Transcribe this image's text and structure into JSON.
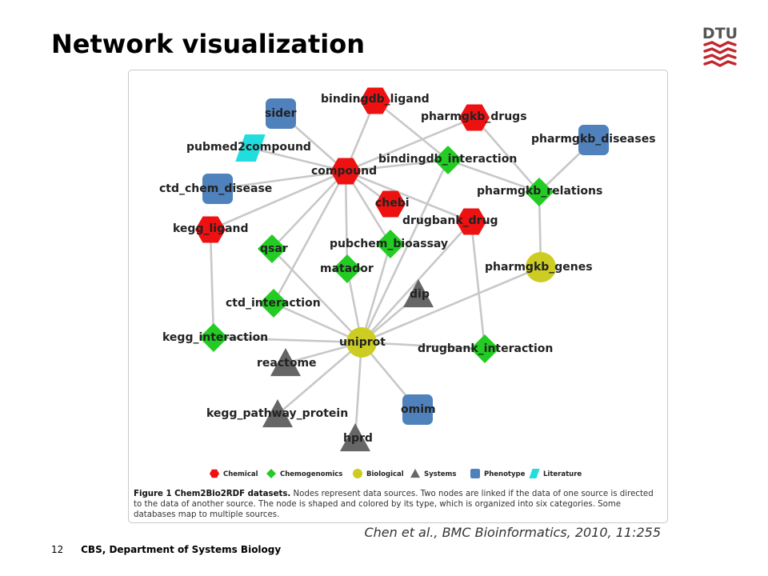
{
  "slide": {
    "title": "Network visualization",
    "page_number": "12",
    "department": "CBS, Department of Systems Biology",
    "citation": "Chen et al., BMC Bioinformatics, 2010, 11:255"
  },
  "logo": {
    "text": "DTU",
    "color": "#c1272d"
  },
  "categories": [
    {
      "key": "chemical",
      "label": "Chemical",
      "shape": "hexagon",
      "color": "#ee1111"
    },
    {
      "key": "chemogenomics",
      "label": "Chemogenomics",
      "shape": "diamond",
      "color": "#22cc22"
    },
    {
      "key": "biological",
      "label": "Biological",
      "shape": "circle",
      "color": "#cccc22"
    },
    {
      "key": "systems",
      "label": "Systems",
      "shape": "triangle",
      "color": "#666666"
    },
    {
      "key": "phenotype",
      "label": "Phenotype",
      "shape": "rounded-square",
      "color": "#4f81bd"
    },
    {
      "key": "literature",
      "label": "Literature",
      "shape": "parallelogram",
      "color": "#22dddd"
    }
  ],
  "nodes": [
    {
      "id": "bindingdb_ligand",
      "label": "bindingdb_ligand",
      "category": "chemical"
    },
    {
      "id": "sider",
      "label": "sider",
      "category": "phenotype"
    },
    {
      "id": "pharmgkb_drugs",
      "label": "pharmgkb_drugs",
      "category": "chemical"
    },
    {
      "id": "pharmgkb_diseases",
      "label": "pharmgkb_diseases",
      "category": "phenotype"
    },
    {
      "id": "pubmed2compound",
      "label": "pubmed2compound",
      "category": "literature"
    },
    {
      "id": "compound",
      "label": "compound",
      "category": "chemical"
    },
    {
      "id": "bindingdb_interaction",
      "label": "bindingdb_interaction",
      "category": "chemogenomics"
    },
    {
      "id": "ctd_chem_disease",
      "label": "ctd_chem_disease",
      "category": "phenotype"
    },
    {
      "id": "pharmgkb_relations",
      "label": "pharmgkb_relations",
      "category": "chemogenomics"
    },
    {
      "id": "chebi",
      "label": "chebi",
      "category": "chemical"
    },
    {
      "id": "kegg_ligand",
      "label": "kegg_ligand",
      "category": "chemical"
    },
    {
      "id": "drugbank_drug",
      "label": "drugbank_drug",
      "category": "chemical"
    },
    {
      "id": "pubchem_bioassay",
      "label": "pubchem_bioassay",
      "category": "chemogenomics"
    },
    {
      "id": "qsar",
      "label": "qsar",
      "category": "chemogenomics"
    },
    {
      "id": "matador",
      "label": "matador",
      "category": "chemogenomics"
    },
    {
      "id": "pharmgkb_genes",
      "label": "pharmgkb_genes",
      "category": "biological"
    },
    {
      "id": "dip",
      "label": "dip",
      "category": "systems"
    },
    {
      "id": "ctd_interaction",
      "label": "ctd_interaction",
      "category": "chemogenomics"
    },
    {
      "id": "kegg_interaction",
      "label": "kegg_interaction",
      "category": "chemogenomics"
    },
    {
      "id": "uniprot",
      "label": "uniprot",
      "category": "biological"
    },
    {
      "id": "drugbank_interaction",
      "label": "drugbank_interaction",
      "category": "chemogenomics"
    },
    {
      "id": "reactome",
      "label": "reactome",
      "category": "systems"
    },
    {
      "id": "omim",
      "label": "omim",
      "category": "phenotype"
    },
    {
      "id": "kegg_pathway_protein",
      "label": "kegg_pathway_protein",
      "category": "systems"
    },
    {
      "id": "hprd",
      "label": "hprd",
      "category": "systems"
    }
  ],
  "edges": [
    [
      "compound",
      "bindingdb_ligand"
    ],
    [
      "compound",
      "sider"
    ],
    [
      "compound",
      "pubmed2compound"
    ],
    [
      "compound",
      "ctd_chem_disease"
    ],
    [
      "compound",
      "kegg_ligand"
    ],
    [
      "compound",
      "chebi"
    ],
    [
      "compound",
      "drugbank_drug"
    ],
    [
      "compound",
      "pharmgkb_drugs"
    ],
    [
      "compound",
      "bindingdb_interaction"
    ],
    [
      "compound",
      "pubchem_bioassay"
    ],
    [
      "compound",
      "qsar"
    ],
    [
      "compound",
      "matador"
    ],
    [
      "compound",
      "ctd_interaction"
    ],
    [
      "bindingdb_ligand",
      "bindingdb_interaction"
    ],
    [
      "pharmgkb_drugs",
      "pharmgkb_relations"
    ],
    [
      "pharmgkb_diseases",
      "pharmgkb_relations"
    ],
    [
      "pharmgkb_relations",
      "pharmgkb_genes"
    ],
    [
      "bindingdb_interaction",
      "pharmgkb_relations"
    ],
    [
      "kegg_ligand",
      "kegg_interaction"
    ],
    [
      "drugbank_drug",
      "drugbank_interaction"
    ],
    [
      "uniprot",
      "qsar"
    ],
    [
      "uniprot",
      "matador"
    ],
    [
      "uniprot",
      "pubchem_bioassay"
    ],
    [
      "uniprot",
      "bindingdb_interaction"
    ],
    [
      "uniprot",
      "drugbank_drug"
    ],
    [
      "uniprot",
      "pharmgkb_genes"
    ],
    [
      "uniprot",
      "dip"
    ],
    [
      "uniprot",
      "ctd_interaction"
    ],
    [
      "uniprot",
      "kegg_interaction"
    ],
    [
      "uniprot",
      "drugbank_interaction"
    ],
    [
      "uniprot",
      "reactome"
    ],
    [
      "uniprot",
      "omim"
    ],
    [
      "uniprot",
      "kegg_pathway_protein"
    ],
    [
      "uniprot",
      "hprd"
    ]
  ],
  "caption": {
    "label": "Figure 1 Chem2Bio2RDF datasets.",
    "text": " Nodes represent data sources. Two nodes are linked if the data of one source is directed to the data of another source. The node is shaped and colored by its type, which is organized into six categories. Some databases map to multiple sources."
  }
}
